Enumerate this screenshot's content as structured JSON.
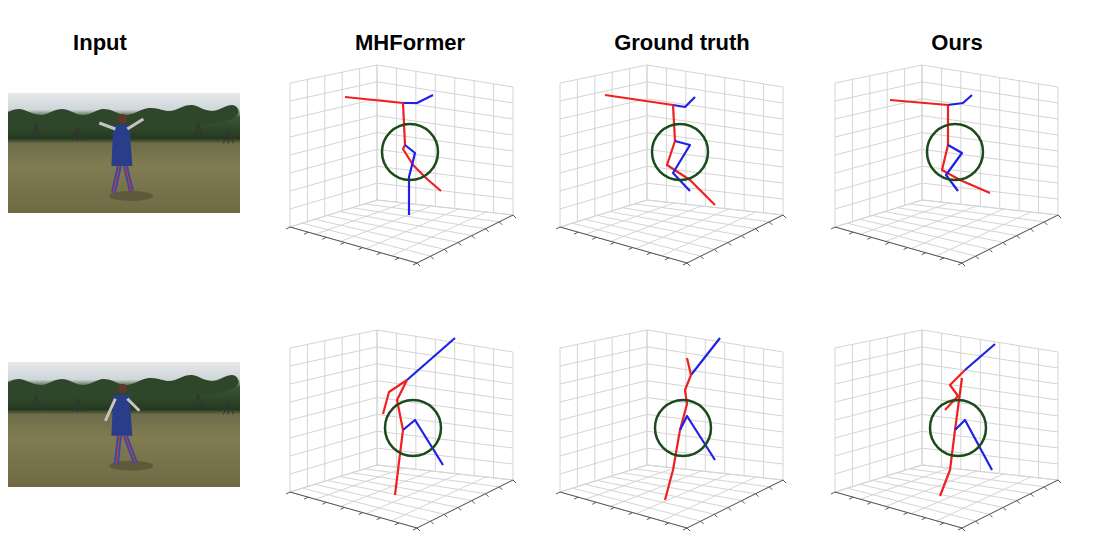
{
  "diagram": {
    "labels": [
      "Input",
      "MHFormer",
      "Ground truth",
      "Ours"
    ]
  }
}
